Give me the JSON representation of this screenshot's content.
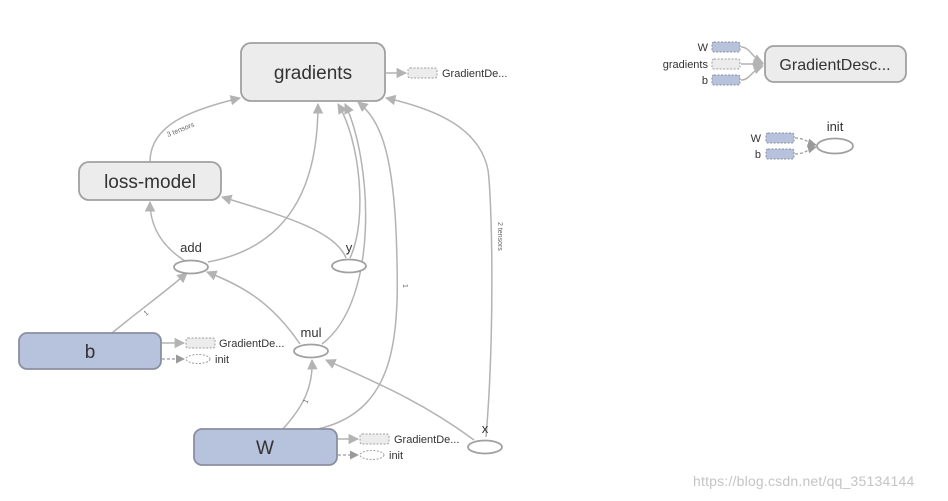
{
  "nodes": {
    "gradients": "gradients",
    "loss_model": "loss-model",
    "b": "b",
    "W": "W",
    "gradient_desc_main": "GradientDesc...",
    "add": "add",
    "y": "y",
    "mul": "mul",
    "x": "x",
    "init_right": "init"
  },
  "aux": {
    "gradients_grad": "GradientDe...",
    "b_grad": "GradientDe...",
    "b_init": "init",
    "W_grad": "GradientDe...",
    "W_init": "init"
  },
  "gd_inputs": [
    "W",
    "gradients",
    "b"
  ],
  "init_inputs": [
    "W",
    "b"
  ],
  "edge_labels": {
    "loss_to_gradients": "3 tensors",
    "b_to_add": "1",
    "x_to_gradients": "2 tensors",
    "W_to_gradients": "1",
    "W_to_mul": "1"
  },
  "colors": {
    "namespace_fill": "#ececec",
    "variable_fill": "#b7c2dc",
    "stroke": "#a0a0a0",
    "variable_stroke": "#8a8fa0",
    "edge": "#b3b3b3"
  },
  "watermark": "https://blog.csdn.net/qq_35134144"
}
